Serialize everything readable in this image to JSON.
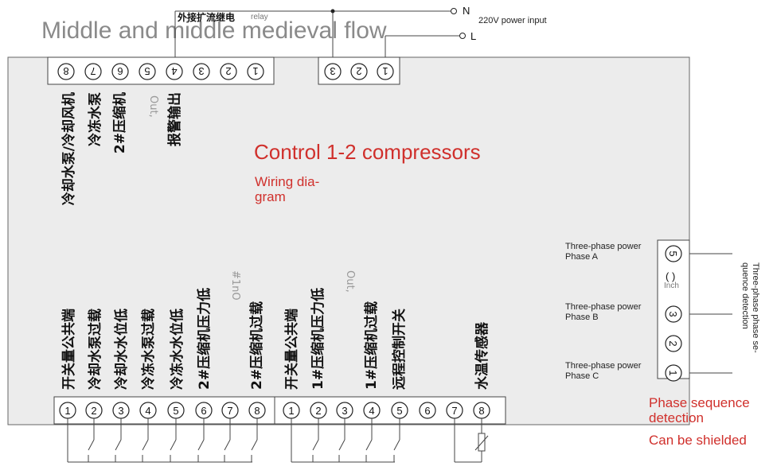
{
  "header": {
    "title": "Middle and middle medieval flow"
  },
  "main_title": "Control 1-2 compressors",
  "subtitle_line1": "Wiring dia-",
  "subtitle_line2": "gram",
  "relay": {
    "cn": "外接扩流继电",
    "en": "relay"
  },
  "power": {
    "n": "N",
    "l": "L",
    "label": "220V power input"
  },
  "top_left_terminals": [
    "8",
    "7",
    "6",
    "5",
    "4",
    "3",
    "2",
    "1"
  ],
  "top_right_terminals": [
    "3",
    "2",
    "1"
  ],
  "top_labels": [
    "冷却水泵/冷却风机",
    "冷冻水泵",
    "2#压缩机",
    "Out,",
    "报警输出"
  ],
  "bottom_left_terminals": [
    "1",
    "2",
    "3",
    "4",
    "5",
    "6",
    "7",
    "8"
  ],
  "bottom_right_terminals": [
    "1",
    "2",
    "3",
    "4",
    "5",
    "6",
    "7",
    "8"
  ],
  "bottom_labels": [
    "开关量公共端",
    "冷却水泵过载",
    "冷却水水位低",
    "冷冻水泵过载",
    "冷冻水水位低",
    "2#压缩机压力低",
    "#1nO",
    "2#压缩机过载",
    "开关量公共端",
    "1#压缩机压力低",
    "Out,",
    "1#压缩机过载",
    "远程控制开关",
    "水温传感器"
  ],
  "phase_terminals": [
    "5",
    "3",
    "2",
    "1"
  ],
  "phase_labels": [
    {
      "line1": "Three-phase power",
      "line2": "Phase A"
    },
    {
      "line1": "Three-phase power",
      "line2": "Phase B"
    },
    {
      "line1": "Three-phase power",
      "line2": "Phase C"
    }
  ],
  "phase_small": "Inch",
  "phase_vertical": [
    "Three-phase phase se-",
    "quence detection"
  ],
  "phase_seq": [
    "Phase sequence",
    "detection"
  ],
  "can_be_shielded": "Can be shielded",
  "colors": {
    "accent_red": "#d0302c",
    "panel": "#ececec"
  }
}
